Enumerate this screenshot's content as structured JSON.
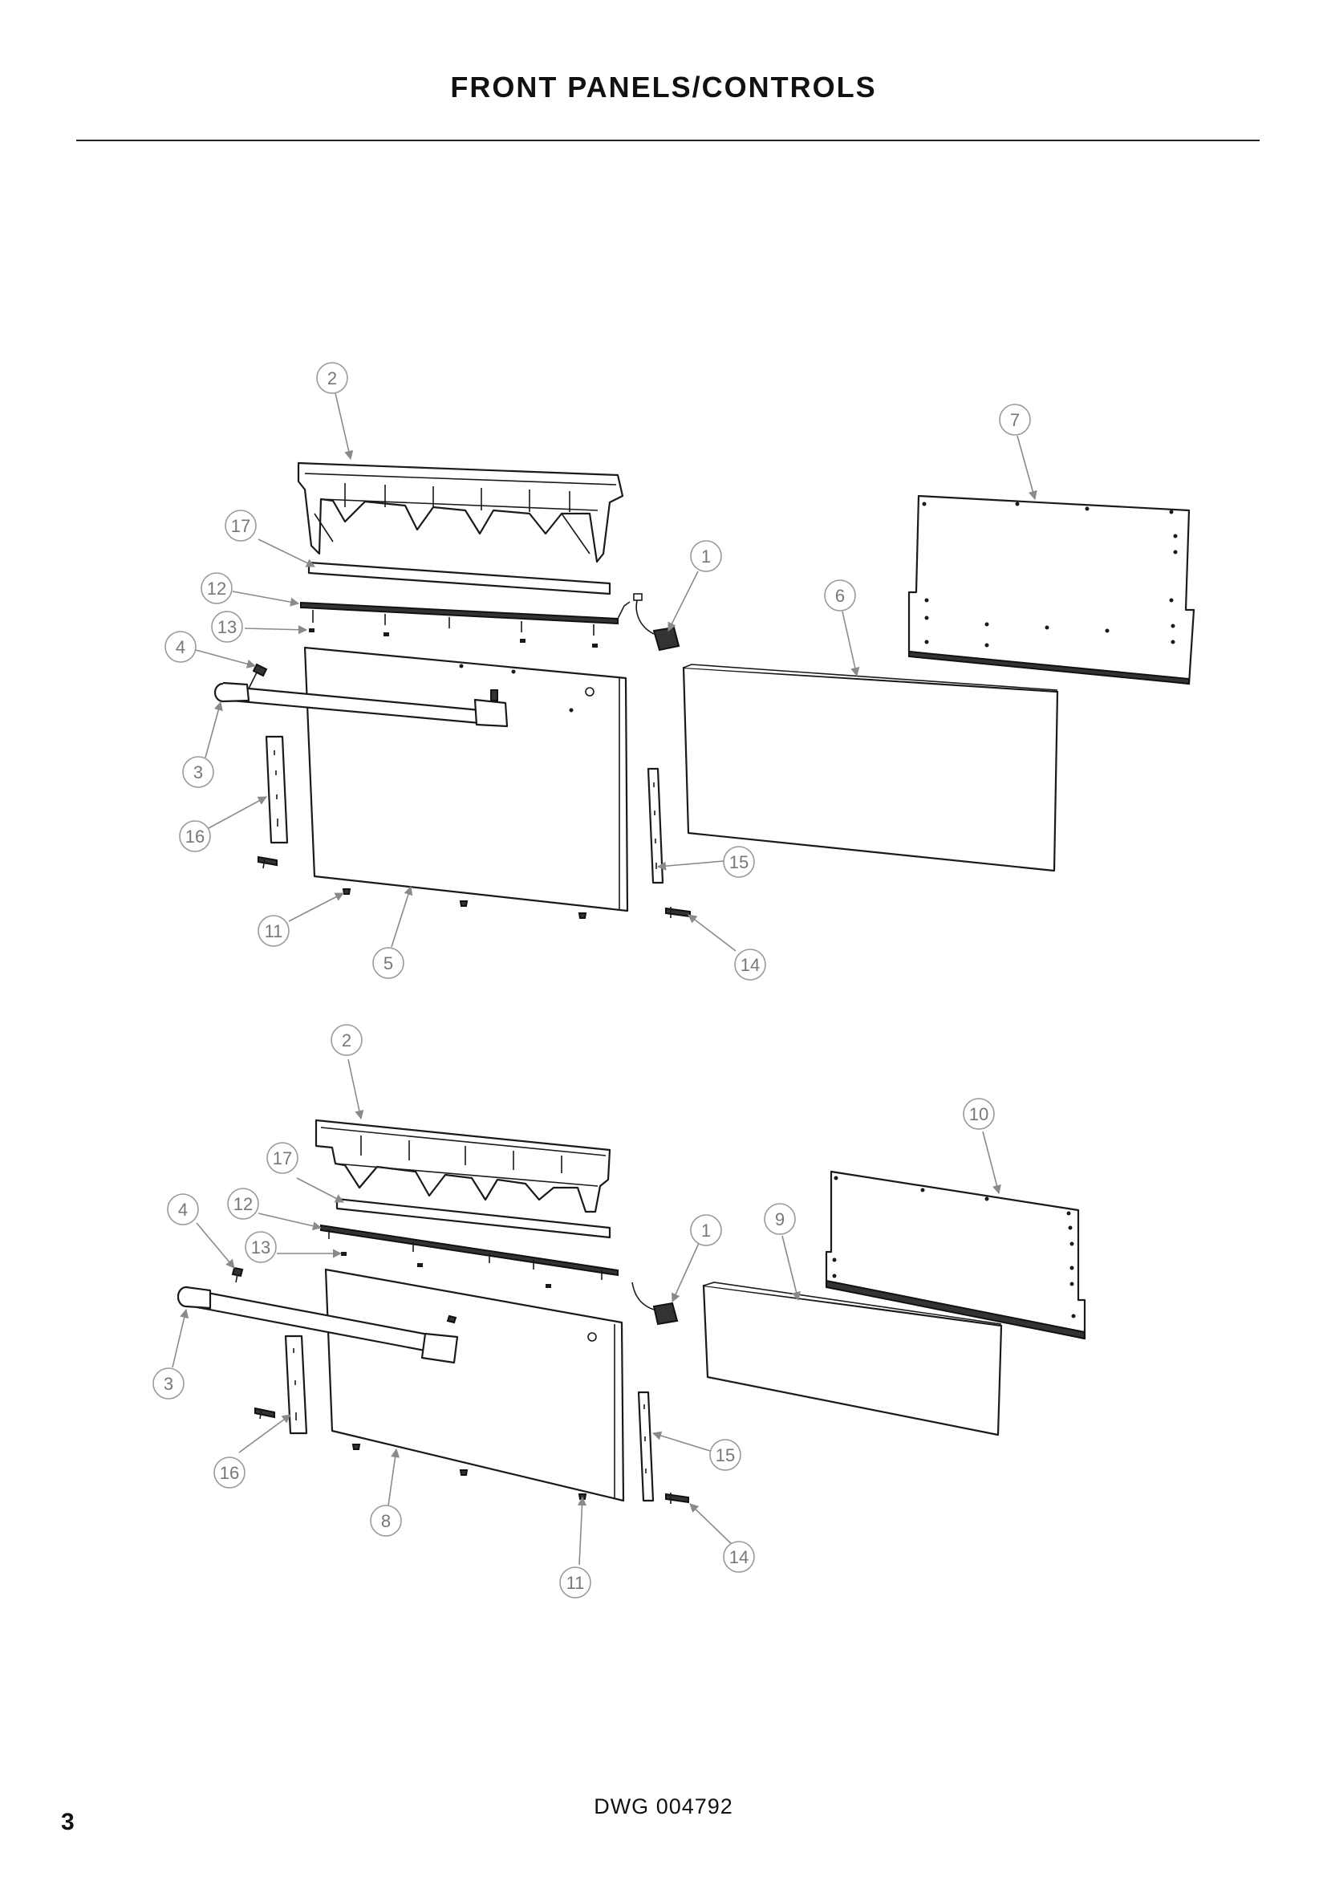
{
  "header": {
    "title": "FRONT PANELS/CONTROLS"
  },
  "footer": {
    "drawing_number": "DWG 004792",
    "page_number": "3"
  },
  "views": {
    "upper": {
      "callouts": [
        "1",
        "2",
        "3",
        "4",
        "5",
        "6",
        "7",
        "11",
        "12",
        "13",
        "14",
        "15",
        "16",
        "17"
      ]
    },
    "lower": {
      "callouts": [
        "1",
        "2",
        "3",
        "4",
        "8",
        "9",
        "10",
        "11",
        "12",
        "13",
        "14",
        "15",
        "16",
        "17"
      ]
    }
  }
}
